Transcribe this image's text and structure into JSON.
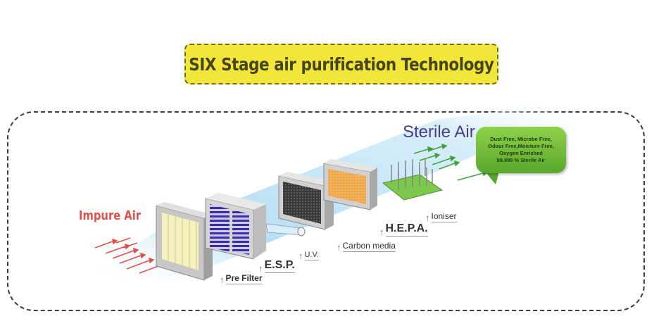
{
  "title": "SIX Stage air purification Technology",
  "input_label": "Impure Air",
  "output_label": "Sterile Air",
  "callout": {
    "lines": [
      "Dust Free, Microbe Free,",
      "Odour Free,Moisture Free,",
      "Oxygen Enriched",
      "99.999 % Sterile Air"
    ]
  },
  "stages": [
    {
      "label": "Pre Filter",
      "arrow": "↑"
    },
    {
      "label": "E.S.P.",
      "arrow": "↑"
    },
    {
      "label": "U.V.",
      "arrow": "↑"
    },
    {
      "label": "Carbon media",
      "arrow": "↑"
    },
    {
      "label": "H.E.P.A.",
      "arrow": "↑"
    },
    {
      "label": "Ioniser",
      "arrow": "↑"
    }
  ],
  "colors": {
    "title_bg": "#f3e63a",
    "title_text": "#47451b",
    "impure_air": "#e2504a",
    "sterile_air": "#4a3f8c",
    "callout_bg": "#6fbb35",
    "airflow_beam": "#bfe3f5",
    "clean_arrows": "#3fa33a"
  }
}
